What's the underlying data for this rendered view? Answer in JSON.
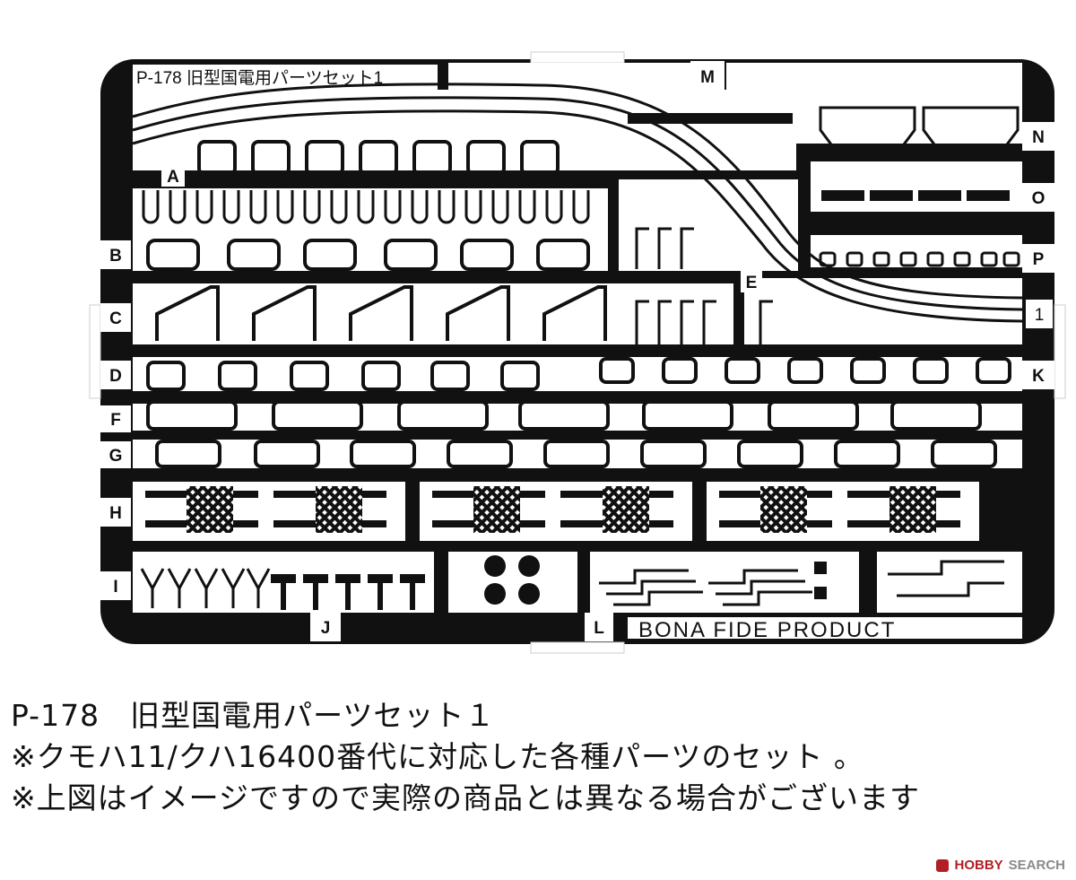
{
  "sheet": {
    "title": "P-178  旧型国電用パーツセット1",
    "brand": "BONA FIDE PRODUCT",
    "labels": {
      "A": "A",
      "B": "B",
      "C": "C",
      "D": "D",
      "E": "E",
      "F": "F",
      "G": "G",
      "H": "H",
      "I": "I",
      "J": "J",
      "K": "K",
      "L": "L",
      "M": "M",
      "N": "N",
      "O": "O",
      "P": "P",
      "one": "1"
    },
    "colors": {
      "metal": "#111111",
      "background": "#ffffff"
    }
  },
  "caption": {
    "line1": "P-178　旧型国電用パーツセット１",
    "line2": "※クモハ11/クハ16400番代に対応した各種パーツのセット 。",
    "line3": "※上図はイメージですので実際の商品とは異なる場合がございます"
  },
  "watermark": {
    "logo_icon": "hobby-search-logo-icon",
    "hobby": "HOBBY",
    "search": "SEARCH"
  }
}
